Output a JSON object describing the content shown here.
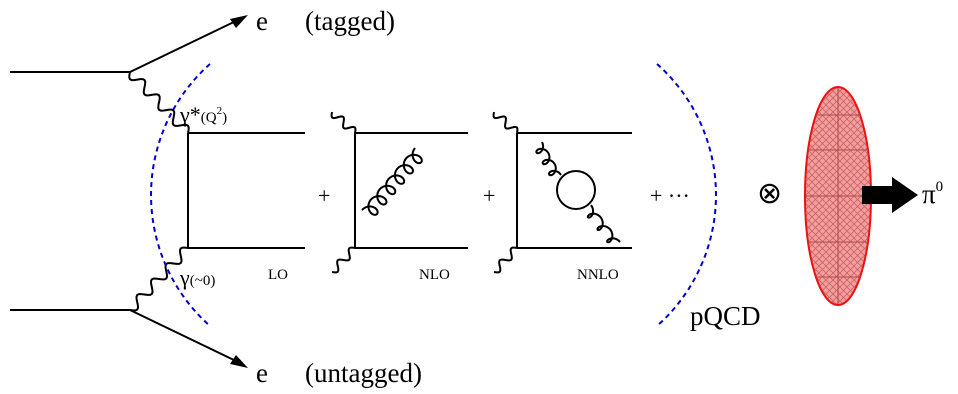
{
  "labels": {
    "e_top": "e",
    "tagged": "(tagged)",
    "e_bottom": "e",
    "untagged": "(untagged)",
    "gamma_star_symbol": "γ*",
    "gamma_star_arg": "(Q",
    "gamma_star_exp": "2",
    "gamma_star_close": ")",
    "gamma_symbol": "γ",
    "gamma_arg": "(~0)",
    "lo": "LO",
    "nlo": "NLO",
    "nnlo": "NNLO",
    "plus_1": "+",
    "plus_2": "+",
    "plus_dots": "+ ···",
    "otimes": "⊗",
    "pqcd": "pQCD",
    "pion": "π",
    "pion_exp": "0"
  },
  "colors": {
    "line": "#000000",
    "dashed_arc": "#0000cc",
    "da_fill": "#f0a0a0",
    "da_stroke": "#ee1111",
    "da_grid": "#c05050"
  }
}
